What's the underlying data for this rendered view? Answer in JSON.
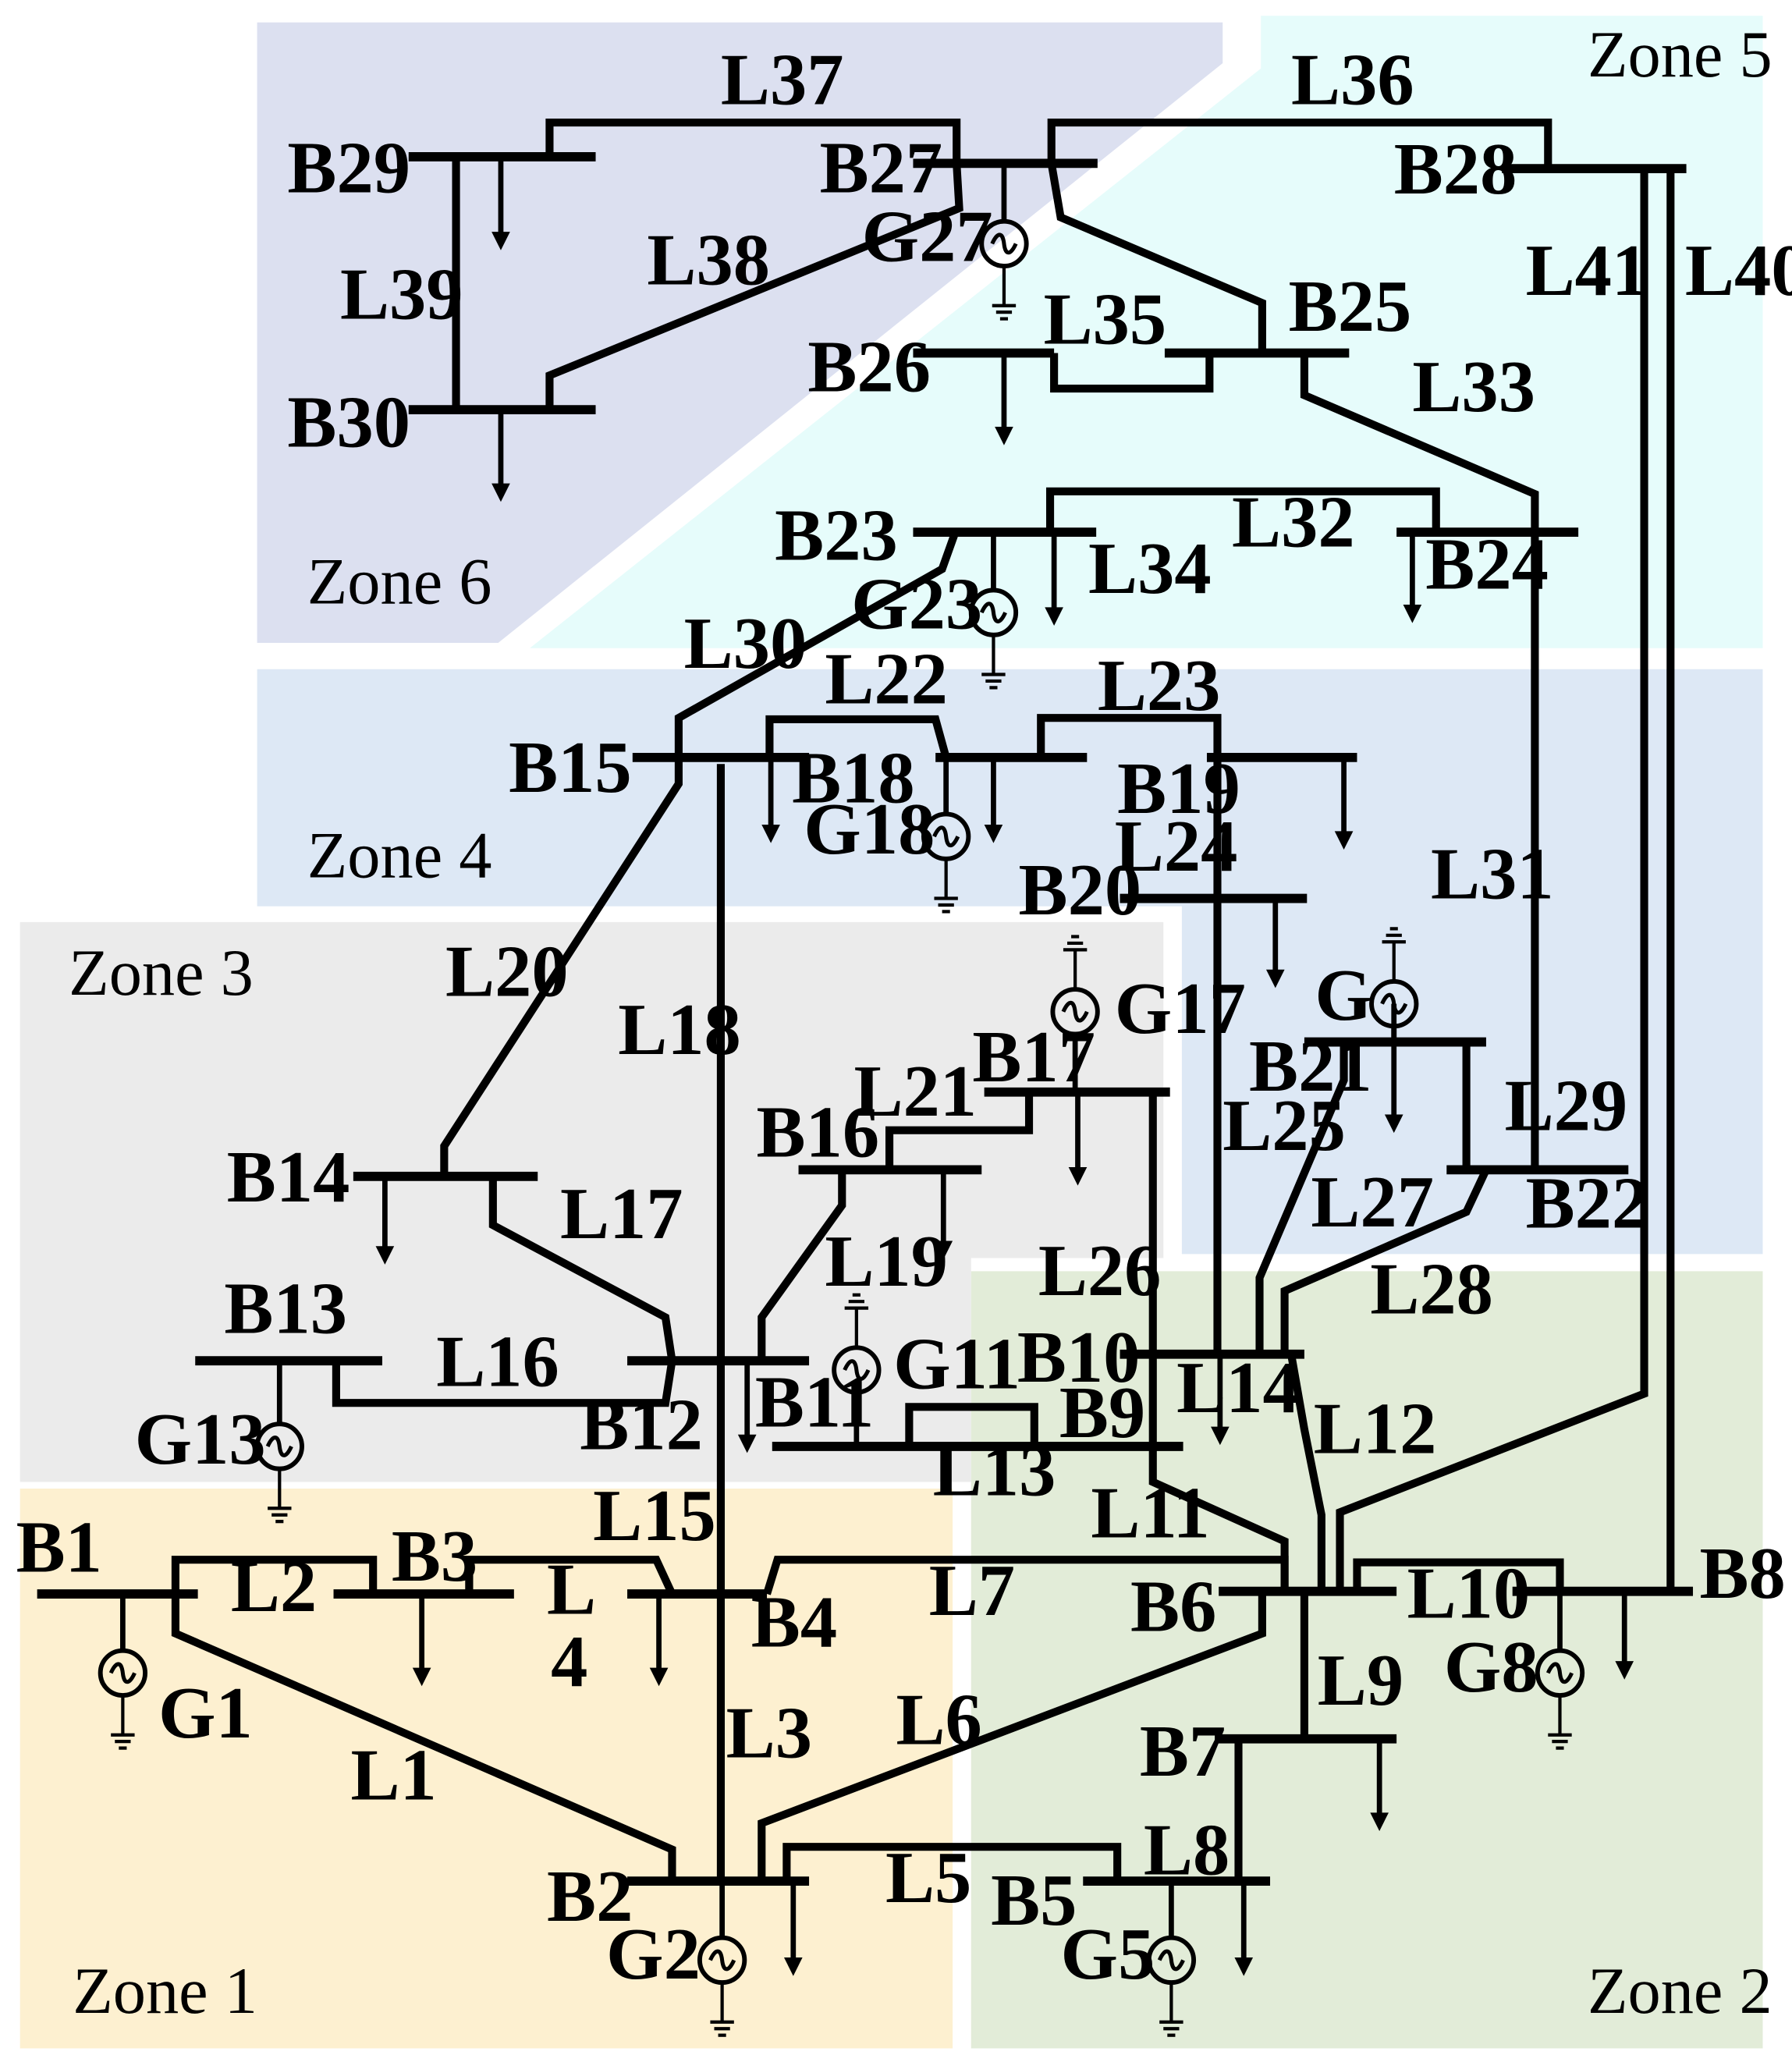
{
  "diagram": {
    "zones": [
      {
        "id": "z1",
        "label": "Zone 1",
        "color": "#fdf0d0"
      },
      {
        "id": "z2",
        "label": "Zone 2",
        "color": "#e2ecd8"
      },
      {
        "id": "z3",
        "label": "Zone 3",
        "color": "#ebebeb"
      },
      {
        "id": "z4",
        "label": "Zone 4",
        "color": "#dde8f5"
      },
      {
        "id": "z5",
        "label": "Zone 5",
        "color": "#e6fcfb"
      },
      {
        "id": "z6",
        "label": "Zone 6",
        "color": "#dce0f0"
      }
    ],
    "buses": [
      "B1",
      "B2",
      "B3",
      "B4",
      "B5",
      "B6",
      "B7",
      "B8",
      "B9",
      "B10",
      "B11",
      "B12",
      "B13",
      "B14",
      "B15",
      "B16",
      "B17",
      "B18",
      "B19",
      "B20",
      "B21",
      "B22",
      "B23",
      "B24",
      "B25",
      "B26",
      "B27",
      "B28",
      "B29",
      "B30"
    ],
    "lines": [
      "L1",
      "L2",
      "L3",
      "L",
      "4",
      "L5",
      "L6",
      "L7",
      "L8",
      "L9",
      "L10",
      "L11",
      "L12",
      "L13",
      "L14",
      "L15",
      "L16",
      "L17",
      "L18",
      "L19",
      "L20",
      "L21",
      "L22",
      "L23",
      "L24",
      "L25",
      "L26",
      "L27",
      "L28",
      "L29",
      "L30",
      "L31",
      "L32",
      "L33",
      "L34",
      "L35",
      "L36",
      "L37",
      "L38",
      "L39",
      "L40",
      "L41"
    ],
    "generators": [
      "G1",
      "G2",
      "G5",
      "G8",
      "G11",
      "G13",
      "G17",
      "G18",
      "G23",
      "G27",
      "G"
    ],
    "icons": {
      "generator": "ac-generator-icon",
      "ground": "ground-icon",
      "load": "load-arrow-icon"
    }
  }
}
